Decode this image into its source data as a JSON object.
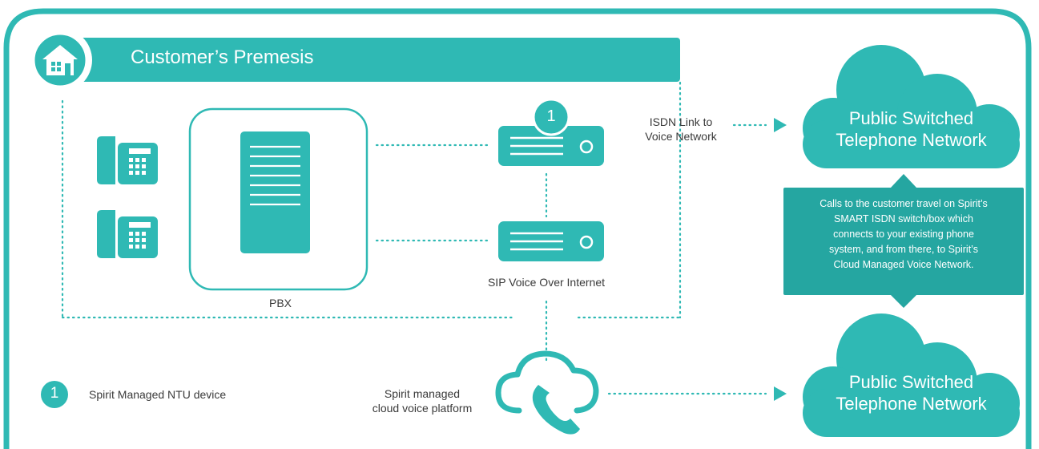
{
  "colors": {
    "teal": "#2fb9b4",
    "teal_dark": "#25a6a1",
    "text": "#3a3a3a",
    "background": "#ffffff"
  },
  "header": {
    "title": "Customer’s Premesis",
    "icon": "house-icon"
  },
  "pbx": {
    "label": "PBX"
  },
  "ntu_badge": {
    "number": "1"
  },
  "sip": {
    "label": "SIP Voice Over Internet"
  },
  "isdn": {
    "line1": "ISDN Link to",
    "line2": "Voice Network"
  },
  "pstn_top": {
    "line1": "Public Switched",
    "line2": "Telephone Network"
  },
  "pstn_bottom": {
    "line1": "Public Switched",
    "line2": "Telephone Network"
  },
  "info_box": {
    "lines": [
      "Calls to the customer travel on Spirit’s",
      "SMART ISDN switch/box which",
      "connects to your existing phone",
      "system, and from there, to Spirit’s",
      "Cloud Managed Voice Network."
    ]
  },
  "cloud_platform": {
    "line1": "Spirit managed",
    "line2": "cloud voice platform",
    "icon": "cloud-phone-icon"
  },
  "legend": {
    "number": "1",
    "label": "Spirit Managed NTU device"
  },
  "icons": {
    "phone": "desk-phone-icon",
    "server": "server-icon",
    "ntu": "ntu-device-icon"
  }
}
